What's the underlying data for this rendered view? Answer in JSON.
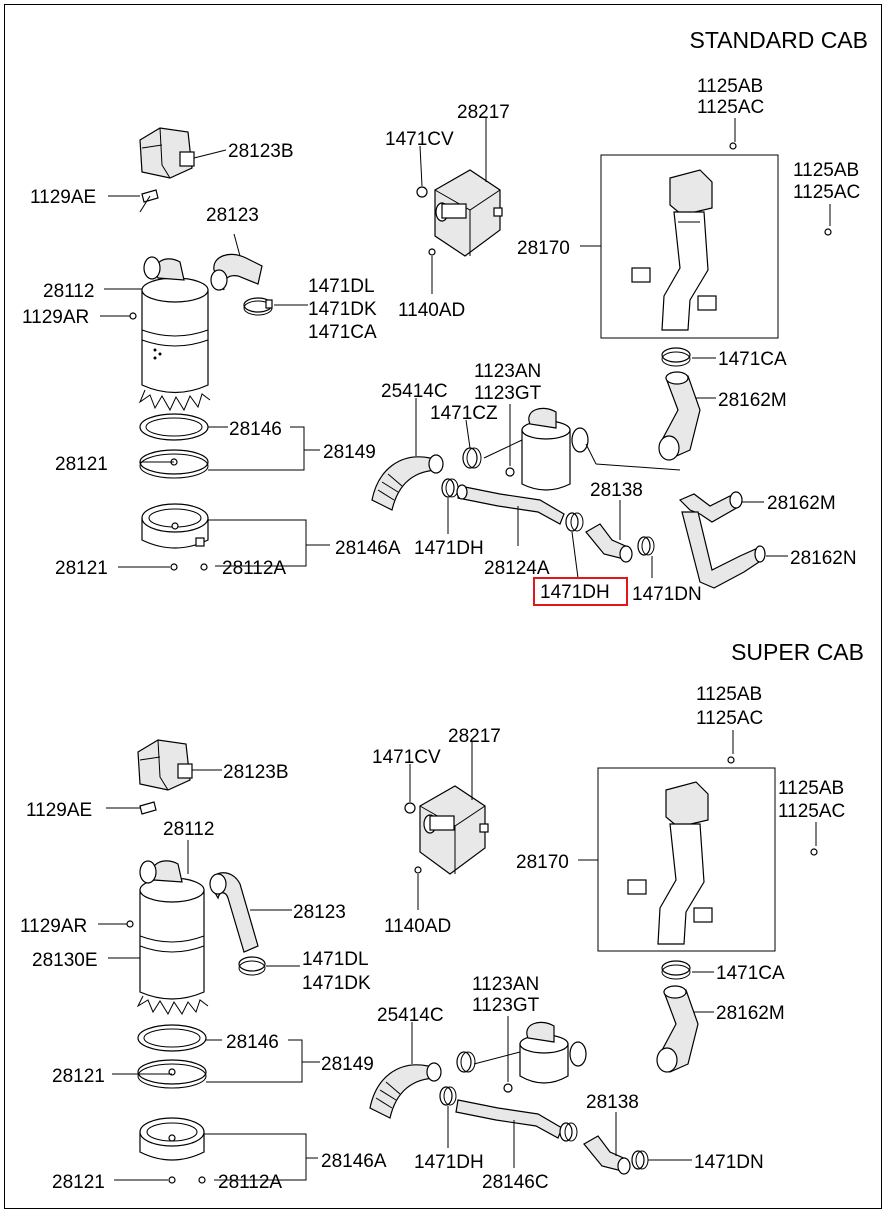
{
  "sections": {
    "standard": {
      "title": "STANDARD CAB"
    },
    "super": {
      "title": "SUPER CAB"
    }
  },
  "highlight_color": "#e01818",
  "labels": {
    "s_1125ab_a": "1125AB",
    "s_1125ac_a": "1125AC",
    "s_1125ab_b": "1125AB",
    "s_1125ac_b": "1125AC",
    "s_28217": "28217",
    "s_1471cv": "1471CV",
    "s_28123b": "28123B",
    "s_1129ae": "1129AE",
    "s_28123": "28123",
    "s_28112": "28112",
    "s_1129ar": "1129AR",
    "s_1471dl": "1471DL",
    "s_1471dk": "1471DK",
    "s_1471ca_a": "1471CA",
    "s_1140ad": "1140AD",
    "s_28170": "28170",
    "s_1471ca_b": "1471CA",
    "s_28162m_a": "28162M",
    "s_1123an": "1123AN",
    "s_1123gt": "1123GT",
    "s_25414c": "25414C",
    "s_1471cz": "1471CZ",
    "s_28146": "28146",
    "s_28149": "28149",
    "s_28121_a": "28121",
    "s_28138": "28138",
    "s_28162m_b": "28162M",
    "s_28162n": "28162N",
    "s_28121_b": "28121",
    "s_28112a": "28112A",
    "s_28146a": "28146A",
    "s_1471dh_a": "1471DH",
    "s_28124a": "28124A",
    "s_1471dh_hl": "1471DH",
    "s_1471dn": "1471DN",
    "u_1125ab_a": "1125AB",
    "u_1125ac_a": "1125AC",
    "u_28217": "28217",
    "u_1471cv": "1471CV",
    "u_1125ab_b": "1125AB",
    "u_1125ac_b": "1125AC",
    "u_28123b": "28123B",
    "u_1129ae": "1129AE",
    "u_28112": "28112",
    "u_28170": "28170",
    "u_1129ar": "1129AR",
    "u_28123": "28123",
    "u_1140ad": "1140AD",
    "u_28130e": "28130E",
    "u_1471dl": "1471DL",
    "u_1471dk": "1471DK",
    "u_1471ca": "1471CA",
    "u_1123an": "1123AN",
    "u_1123gt": "1123GT",
    "u_28162m": "28162M",
    "u_25414c": "25414C",
    "u_28146": "28146",
    "u_28149": "28149",
    "u_28121_a": "28121",
    "u_28138": "28138",
    "u_28146a": "28146A",
    "u_1471dh": "1471DH",
    "u_1471dn": "1471DN",
    "u_28121_b": "28121",
    "u_28112a": "28112A",
    "u_28146c": "28146C"
  }
}
